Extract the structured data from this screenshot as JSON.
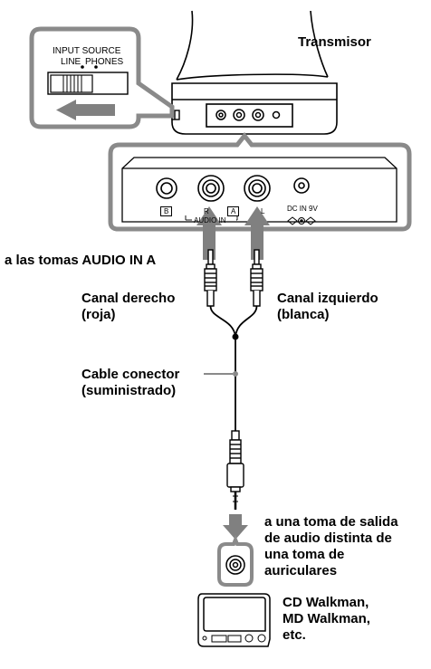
{
  "labels": {
    "transmitter": "Transmisor",
    "input_source": "INPUT SOURCE",
    "line": "LINE",
    "phones": "PHONES",
    "jack_b": "B",
    "jack_a": "A",
    "jack_r": "R",
    "jack_l": "L",
    "audio_in": "AUDIO IN",
    "dc_in": "DC IN 9V",
    "to_audio_in_a": "a las tomas AUDIO IN A",
    "right_channel": [
      "Canal derecho",
      "(roja)"
    ],
    "left_channel": [
      "Canal izquierdo",
      "(blanca)"
    ],
    "connecting_cable": [
      "Cable conector",
      "(suministrado)"
    ],
    "audio_output_jack": [
      "a una toma de salida",
      "de audio distinta de",
      "una toma de",
      "auriculares"
    ],
    "devices": [
      "CD Walkman,",
      "MD Walkman,",
      "etc."
    ]
  },
  "colors": {
    "line": "#000000",
    "arrow_gray": "#808080",
    "panel_fill": "#ffffff"
  }
}
